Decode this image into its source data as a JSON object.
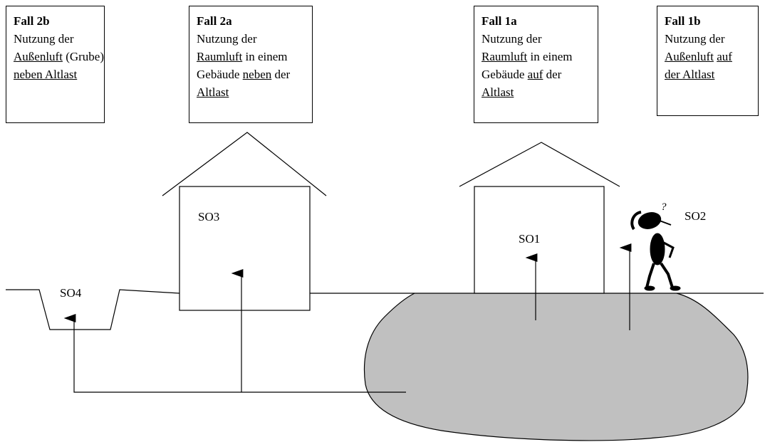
{
  "boxes": {
    "b2b": {
      "title": "Fall 2b",
      "l1": "Nutzung der",
      "l2a": "Außenluft",
      "l2b": " (Grube)",
      "l3": "neben Altlast"
    },
    "b2a": {
      "title": "Fall 2a",
      "l1": "Nutzung der",
      "l2a": "Raumluft",
      "l2b": " in einem",
      "l3a": "Gebäude ",
      "l3b": "neben",
      "l3c": " der",
      "l4": "Altlast"
    },
    "b1a": {
      "title": "Fall 1a",
      "l1": "Nutzung der",
      "l2a": "Raumluft",
      "l2b": " in einem",
      "l3a": "Gebäude ",
      "l3b": "auf",
      "l3c": " der",
      "l4": "Altlast"
    },
    "b1b": {
      "title": "Fall 1b",
      "l1": "Nutzung der",
      "l2a": "Außenluft",
      "l2b": " ",
      "l2c": "auf",
      "l3a": "der ",
      "l3b": "Altlast"
    }
  },
  "labels": {
    "so1": "SO1",
    "so2": "SO2",
    "so3": "SO3",
    "so4": "SO4",
    "question": "?"
  },
  "colors": {
    "contamination_fill": "#c0c0c0",
    "line": "#000000"
  }
}
